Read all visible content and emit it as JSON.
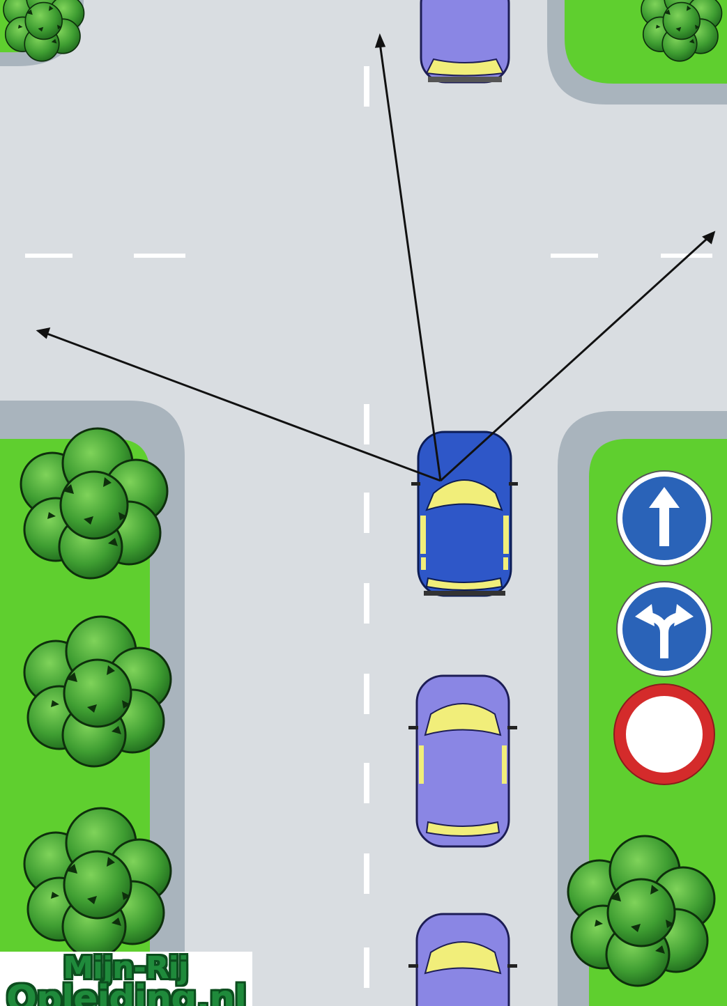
{
  "scene": {
    "type": "traffic-situation",
    "colors": {
      "road": "#d9dde1",
      "curb": "#a9b4bd",
      "grass": "#5fcf2f",
      "lane_marking": "#ffffff",
      "arrow": "#111111",
      "main_car": "#2e57c8",
      "other_cars": "#8a86e4",
      "car_windows": "#f1ee7a",
      "sign_blue": "#2a63b8",
      "sign_red": "#d42b2b",
      "tree_dark": "#1b5a18",
      "tree_light": "#4fae3a"
    }
  },
  "signs": [
    {
      "icon": "straight-ahead-arrow-icon",
      "meaning": "mandatory straight ahead"
    },
    {
      "icon": "left-or-right-arrow-icon",
      "meaning": "mandatory left or right"
    },
    {
      "icon": "closed-to-vehicles-icon",
      "meaning": "closed to all vehicles"
    }
  ],
  "logo": {
    "line1": "Mijn-Rij",
    "line2": "Opleiding.nl"
  }
}
